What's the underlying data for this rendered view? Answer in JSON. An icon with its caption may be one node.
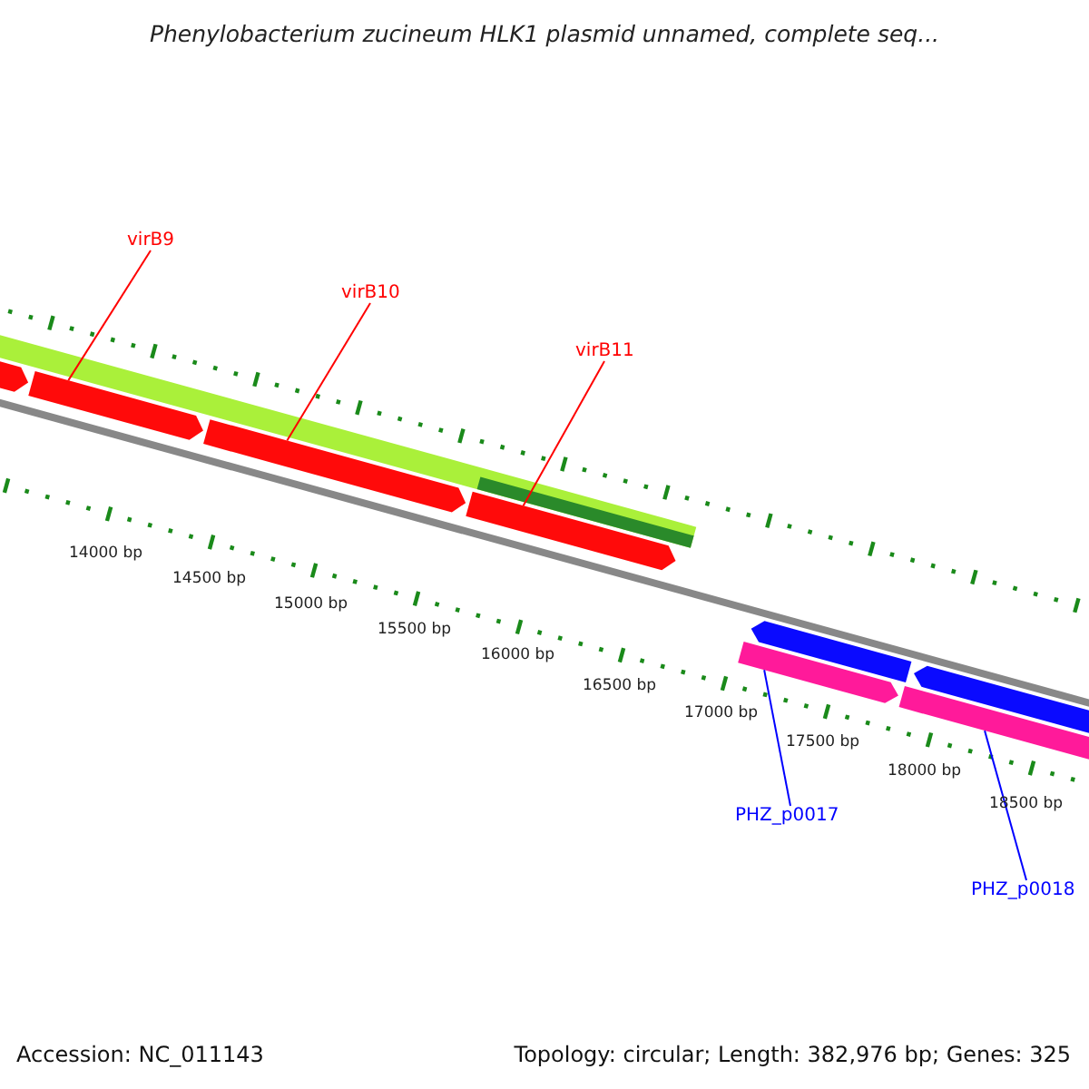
{
  "diagram": {
    "title": "Phenylobacterium zucineum HLK1 plasmid unnamed, complete seq...",
    "nodes": [
      {
        "text": [
          "virB9"
        ]
      },
      {
        "text": [
          "virB10"
        ]
      },
      {
        "text": [
          "virB11"
        ]
      },
      {
        "text": [
          "PHZ_p0017"
        ]
      },
      {
        "text": [
          "PHZ_p0018"
        ]
      },
      {
        "text": [],
        "shape": "bar"
      },
      {
        "text": [],
        "shape": "bar"
      },
      {
        "text": [],
        "shape": "bar"
      },
      {
        "text": [],
        "shape": "bar"
      },
      {
        "text": [],
        "shape": "bar"
      }
    ],
    "edges": [
      {
        "from": 0,
        "to": 5,
        "arrow": "none"
      },
      {
        "from": 1,
        "to": 6,
        "arrow": "none"
      },
      {
        "from": 2,
        "to": 7,
        "arrow": "none"
      },
      {
        "from": 3,
        "to": 8,
        "arrow": "none",
        "color": "#0000ff"
      },
      {
        "from": 4,
        "to": 9,
        "arrow": "none",
        "color": "#0000ff"
      }
    ],
    "labels": [
      "14000 bp",
      "14500 bp",
      "15000 bp",
      "15500 bp",
      "16000 bp",
      "16500 bp",
      "17000 bp",
      "17500 bp",
      "18000 bp",
      "18500 bp",
      "Accession: NC_011143",
      "Topology: circular; Length: 382,976 bp; Genes: 325"
    ]
  }
}
